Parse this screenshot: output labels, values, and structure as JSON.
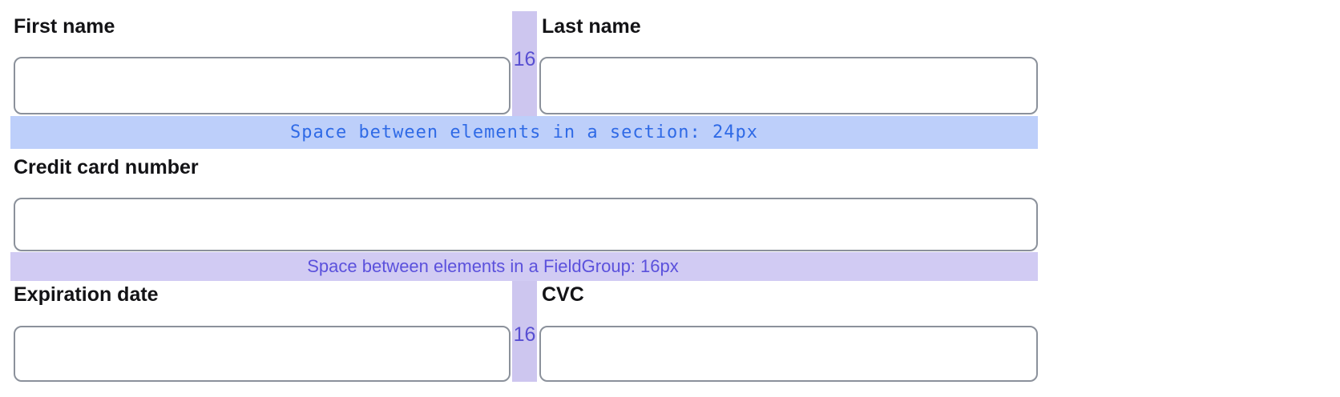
{
  "colors": {
    "section_gap_bg": "#bdcffa",
    "section_gap_text": "#2f6ae6",
    "group_gap_bg": "#d1cbf3",
    "group_gap_text": "#5b51dc",
    "column_gap_bg": "#cdc6ef",
    "column_gap_text": "#584fd2",
    "input_border": "#8b919b",
    "label_text": "#131316"
  },
  "name_row": {
    "first_name_label": "First name",
    "first_name_value": "",
    "last_name_label": "Last name",
    "last_name_value": "",
    "gap_value": "16"
  },
  "section_gap": {
    "text": "Space between elements in a section: 24px"
  },
  "card_row": {
    "label": "Credit card number",
    "value": ""
  },
  "group_gap": {
    "text": "Space between elements in a FieldGroup: 16px"
  },
  "expiry_row": {
    "expiration_label": "Expiration date",
    "expiration_value": "",
    "cvc_label": "CVC",
    "cvc_value": "",
    "gap_value": "16"
  }
}
